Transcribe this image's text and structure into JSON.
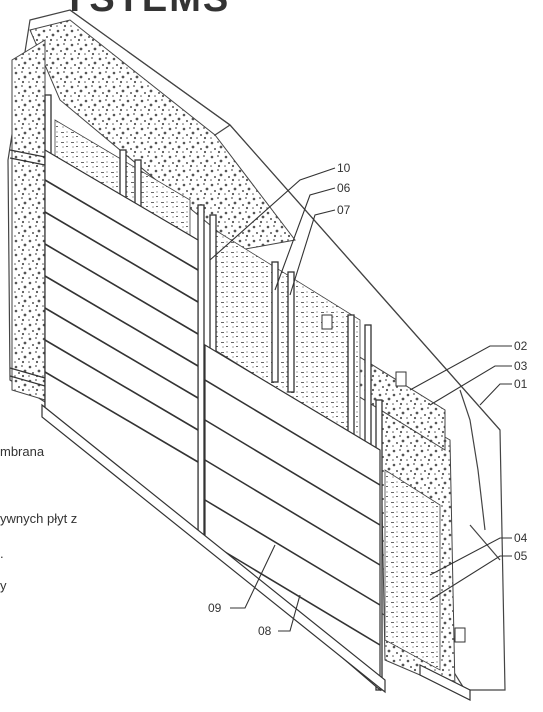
{
  "title": "YSTEMS",
  "side_text": {
    "line1": "mbrana",
    "line2": "ywnych płyt z",
    "line3": ".",
    "line4": "y"
  },
  "callouts": {
    "c10": "10",
    "c06": "06",
    "c07": "07",
    "c02": "02",
    "c03": "03",
    "c01": "01",
    "c04": "04",
    "c05": "05",
    "c09": "09",
    "c08": "08"
  }
}
